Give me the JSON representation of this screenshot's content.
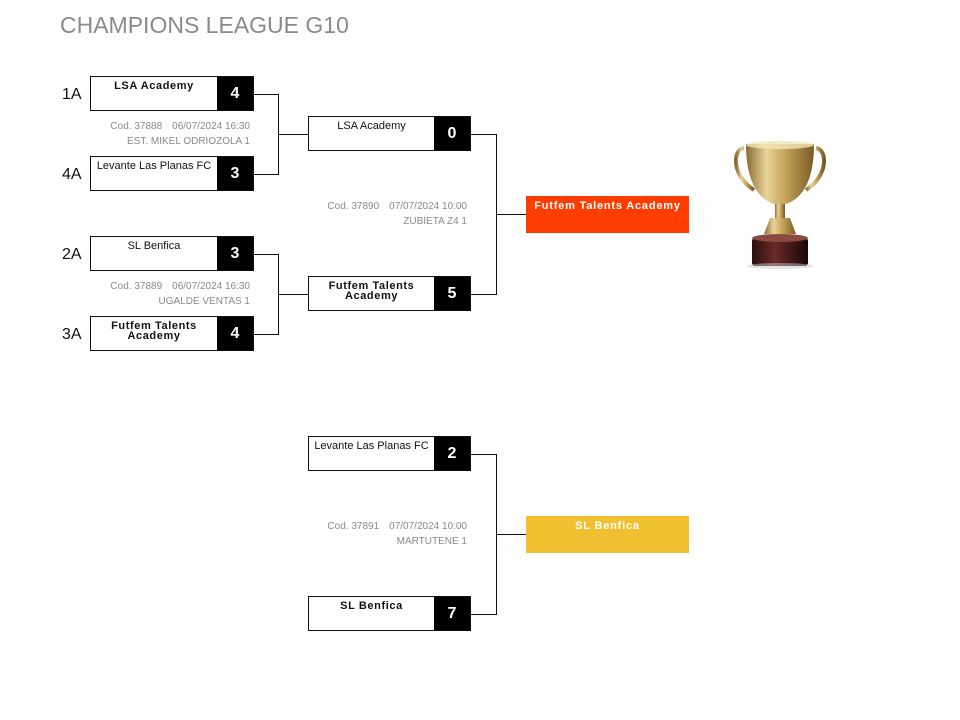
{
  "title": "CHAMPIONS LEAGUE G10",
  "seeds": [
    "1A",
    "4A",
    "2A",
    "3A"
  ],
  "round1": [
    {
      "team1": {
        "name": "LSA Academy",
        "score": "4",
        "bold": true
      },
      "team2": {
        "name": "Levante Las Planas FC",
        "score": "3",
        "bold": false
      },
      "code": "Cod. 37888",
      "datetime": "06/07/2024 16:30",
      "venue": "EST. MIKEL ODRIOZOLA 1"
    },
    {
      "team1": {
        "name": "SL Benfica",
        "score": "3",
        "bold": false
      },
      "team2": {
        "name": "Futfem Talents Academy",
        "score": "4",
        "bold": true
      },
      "code": "Cod. 37889",
      "datetime": "06/07/2024 16:30",
      "venue": "UGALDE VENTAS 1"
    }
  ],
  "final": {
    "team1": {
      "name": "LSA Academy",
      "score": "0",
      "bold": false
    },
    "team2": {
      "name": "Futfem Talents Academy",
      "score": "5",
      "bold": true
    },
    "code": "Cod. 37890",
    "datetime": "07/07/2024 10:00",
    "venue": "ZUBIETA Z4 1",
    "winner": "Futfem Talents Academy",
    "winner_color": "#ff3d00"
  },
  "third_place": {
    "team1": {
      "name": "Levante Las Planas FC",
      "score": "2",
      "bold": false
    },
    "team2": {
      "name": "SL Benfica",
      "score": "7",
      "bold": true
    },
    "code": "Cod. 37891",
    "datetime": "07/07/2024 10:00",
    "venue": "MARTUTENE 1",
    "winner": "SL Benfica",
    "winner_color": "#f0c030"
  },
  "trophy_icon": "trophy-icon"
}
